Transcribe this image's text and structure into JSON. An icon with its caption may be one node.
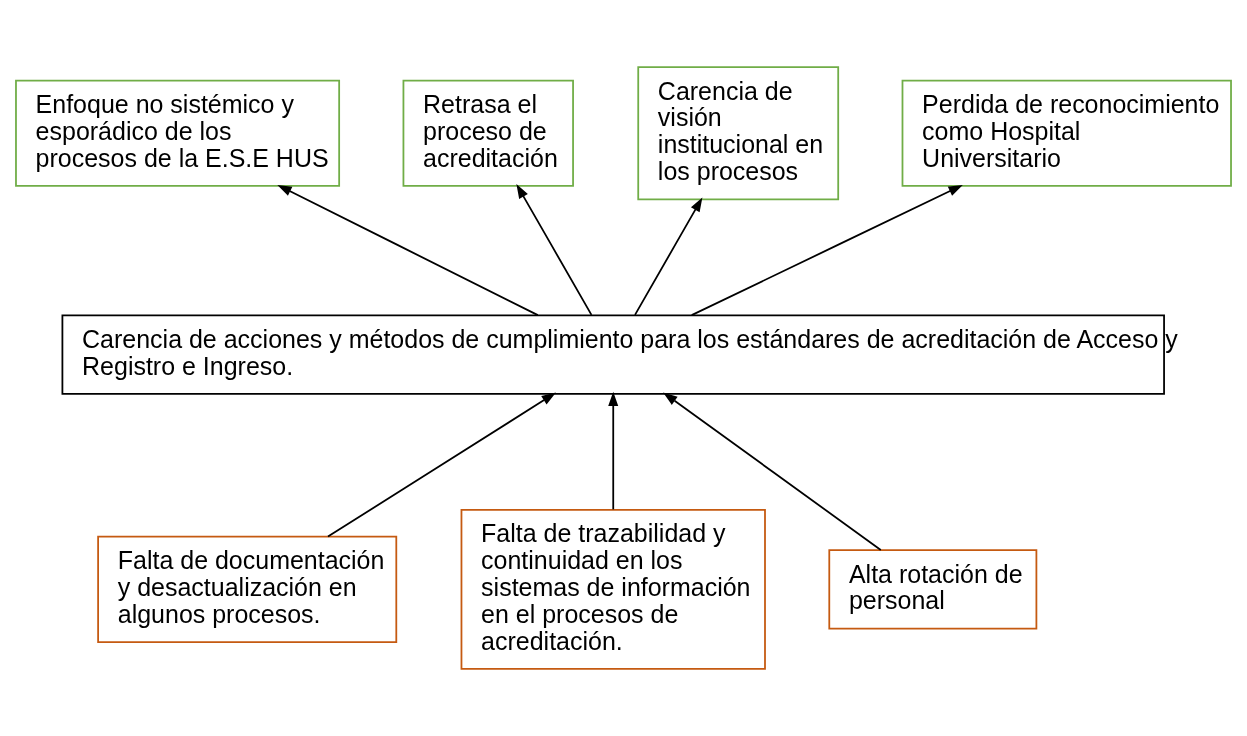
{
  "diagram": {
    "nodes": [
      {
        "text": [
          "Enfoque no sistémico y esporádico de los procesos de la E.S.E HUS"
        ]
      },
      {
        "text": [
          "Retrasa el proceso de acreditación"
        ]
      },
      {
        "text": [
          "Carencia de visión institucional en los procesos"
        ]
      },
      {
        "text": [
          "Perdida de reconocimiento como Hospital Universitario"
        ]
      },
      {
        "text": [
          "Carencia de acciones y métodos de cumplimiento para los estándares de acreditación de Acceso y Registro e Ingreso."
        ]
      },
      {
        "text": [
          "Falta de documentación y desactualización en algunos procesos."
        ]
      },
      {
        "text": [
          "Falta de trazabilidad y continuidad en los sistemas de información en el procesos de acreditación."
        ]
      },
      {
        "text": [
          "Alta rotación de personal"
        ]
      }
    ],
    "edges": [
      {
        "from": 4,
        "to": 0,
        "arrow": "to"
      },
      {
        "from": 4,
        "to": 1,
        "arrow": "to"
      },
      {
        "from": 4,
        "to": 2,
        "arrow": "to"
      },
      {
        "from": 4,
        "to": 3,
        "arrow": "to"
      },
      {
        "from": 5,
        "to": 4,
        "arrow": "to"
      },
      {
        "from": 6,
        "to": 4,
        "arrow": "to"
      },
      {
        "from": 7,
        "to": 4,
        "arrow": "to"
      }
    ]
  }
}
